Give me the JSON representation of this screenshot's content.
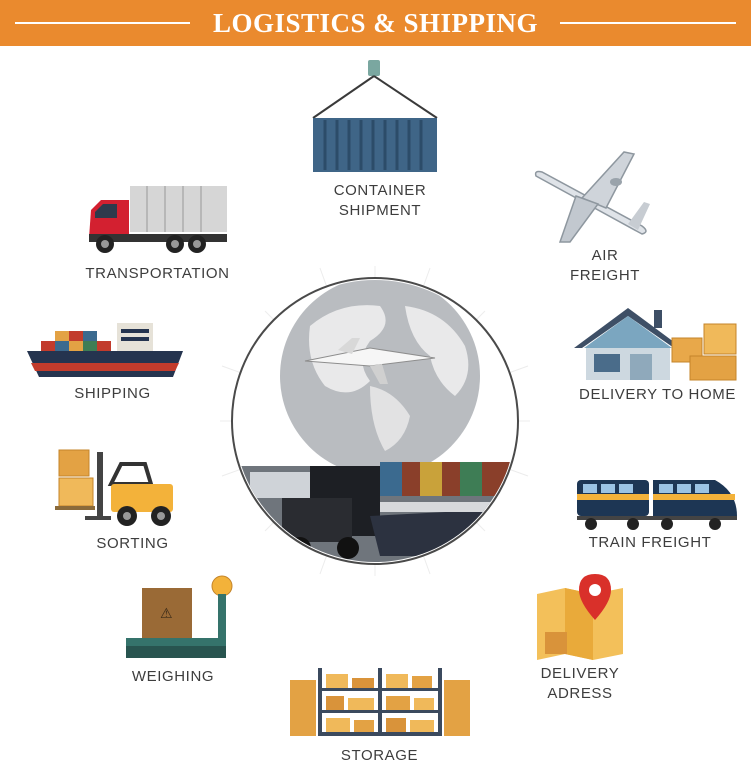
{
  "header": {
    "title": "LOGISTICS & SHIPPING"
  },
  "colors": {
    "banner": "#ea8a2e",
    "accent_orange": "#f3b23a",
    "truck_red": "#d32030",
    "navy": "#25344f"
  },
  "services": {
    "container": {
      "line1": "CONTAINER",
      "line2": "SHIPMENT"
    },
    "air": {
      "line1": "AIR",
      "line2": "FREIGHT"
    },
    "transportation": {
      "label": "TRANSPORTATION"
    },
    "delivery_home": {
      "label": "DELIVERY TO HOME"
    },
    "shipping": {
      "label": "SHIPPING"
    },
    "sorting": {
      "label": "SORTING"
    },
    "train": {
      "label": "TRAIN FREIGHT"
    },
    "weighing": {
      "label": "WEIGHING"
    },
    "delivery_address": {
      "line1": "DELIVERY",
      "line2": "ADRESS"
    },
    "storage": {
      "label": "STORAGE"
    }
  },
  "icons": [
    "container-icon",
    "airplane-icon",
    "truck-icon",
    "house-icon",
    "ship-icon",
    "forklift-icon",
    "train-icon",
    "scale-icon",
    "map-pin-icon",
    "warehouse-shelf-icon",
    "globe-icon"
  ]
}
